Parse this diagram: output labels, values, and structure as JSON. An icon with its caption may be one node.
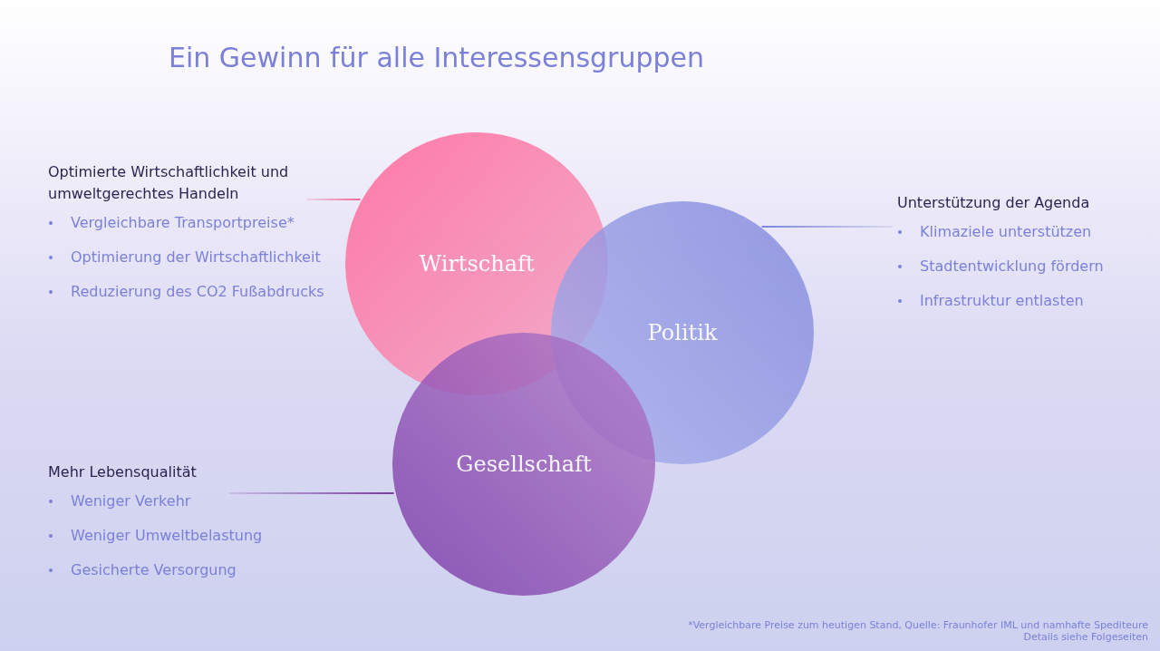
{
  "diagram": {
    "title": "Ein Gewinn für alle Interessensgruppen",
    "nodes": [
      {
        "text": [
          "Optimierte Wirtschaftlichkeit und umweltgerechtes Handeln",
          "Vergleichbare Transportpreise*",
          "Optimierung der Wirtschaftlichkeit",
          "Reduzierung des CO2 Fußabdrucks"
        ]
      },
      {
        "text": [
          "Wirtschaft"
        ]
      },
      {
        "text": [
          "Unterstützung der Agenda",
          "Klimaziele unterstützen",
          "Stadtentwicklung fördern",
          "Infrastruktur entlasten"
        ]
      },
      {
        "text": [
          "Politik"
        ]
      },
      {
        "text": [
          "Mehr Lebensqualität",
          "Weniger Verkehr",
          "Weniger Umweltbelastung",
          "Gesicherte Versorgung"
        ]
      },
      {
        "text": [
          "Gesellschaft"
        ]
      }
    ],
    "edges": [
      {
        "from": 0,
        "to": 1,
        "arrow": "none",
        "color": "#f0679a"
      },
      {
        "from": 3,
        "to": 2,
        "arrow": "none",
        "color": "#7b85d8"
      },
      {
        "from": 4,
        "to": 5,
        "arrow": "none",
        "color": "#7a3aa0"
      }
    ],
    "labels": [
      "*Vergleichbare Preise zum heutigen Stand, Quelle:  Fraunhofer  IML und namhafte  Spediteure",
      "Details siehe Folgeseiten"
    ]
  }
}
